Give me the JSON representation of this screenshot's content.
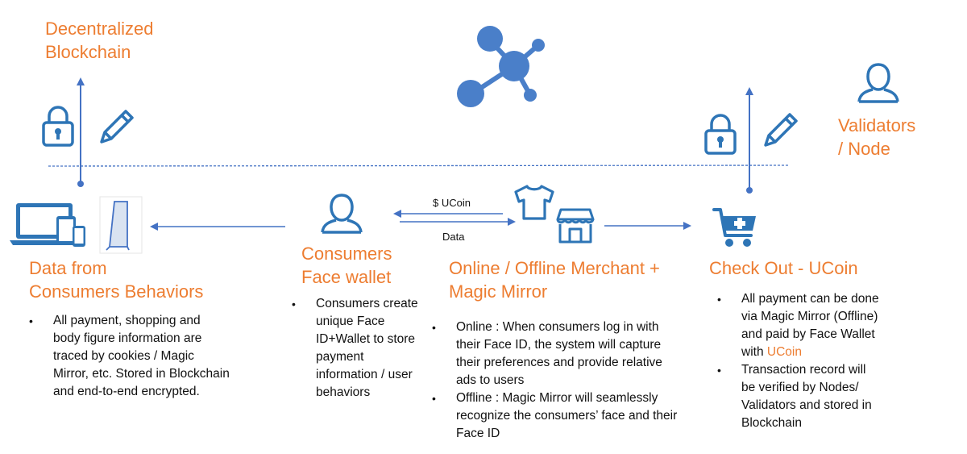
{
  "blockchain_label": [
    "Decentralized",
    "Blockchain"
  ],
  "validators_label": [
    "Validators",
    "/ Node"
  ],
  "flow_labels": {
    "ucoin": "$ UCoin",
    "data": "Data"
  },
  "sections": {
    "data_from_consumers": {
      "title": [
        "Data from",
        "Consumers Behaviors"
      ],
      "bullets": [
        "All payment, shopping and body figure information are traced by cookies / Magic Mirror, etc. Stored in Blockchain and end-to-end encrypted."
      ]
    },
    "face_wallet": {
      "title": [
        "Consumers",
        "Face wallet"
      ],
      "bullets": [
        "Consumers create unique Face ID+Wallet to store payment information / user behaviors"
      ]
    },
    "merchant": {
      "title": [
        "Online / Offline Merchant +",
        "Magic Mirror"
      ],
      "bullets": [
        "Online : When consumers log in with their Face ID, the system will capture their preferences and provide relative ads to users",
        "Offline :  Magic Mirror will seamlessly recognize the consumers’ face and their Face ID"
      ]
    },
    "checkout": {
      "title": "Check Out - UCoin",
      "bullet1_prefix": "All payment can be done via Magic Mirror (Offline) and paid by Face Wallet with",
      "bullet1_highlight": "UCoin",
      "bullet2": "Transaction record will be verified by Nodes/ Validators and stored in Blockchain"
    }
  },
  "colors": {
    "accent": "#ED7D31",
    "icon_blue": "#2E75B6",
    "network_blue": "#4A7FC9",
    "arrow_blue": "#4472C4"
  },
  "icons": [
    "network-icon",
    "lock-icon",
    "pencil-icon",
    "user-icon",
    "devices-icon",
    "mirror-icon",
    "tshirt-icon",
    "store-icon",
    "cart-icon"
  ]
}
